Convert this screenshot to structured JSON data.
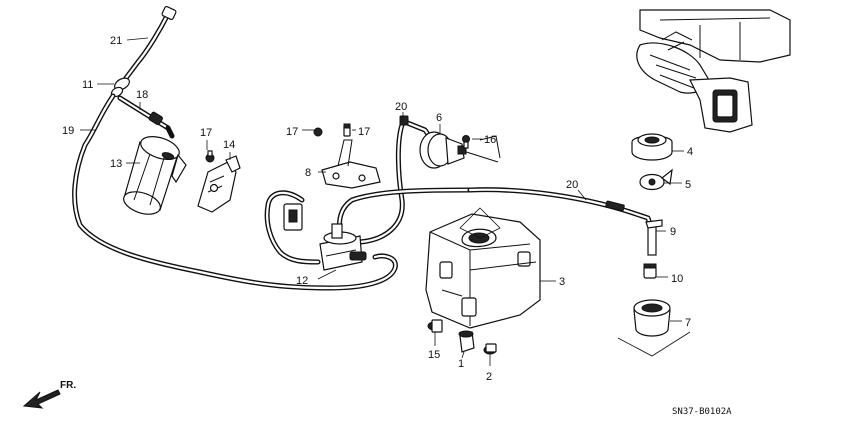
{
  "diagram": {
    "code": "SN37-B0102A",
    "direction_label": "FR.",
    "callouts": [
      "1",
      "2",
      "3",
      "4",
      "5",
      "6",
      "7",
      "8",
      "9",
      "10",
      "11",
      "12",
      "13",
      "14",
      "15",
      "16",
      "17",
      "17",
      "17",
      "18",
      "19",
      "20",
      "20",
      "21"
    ]
  }
}
